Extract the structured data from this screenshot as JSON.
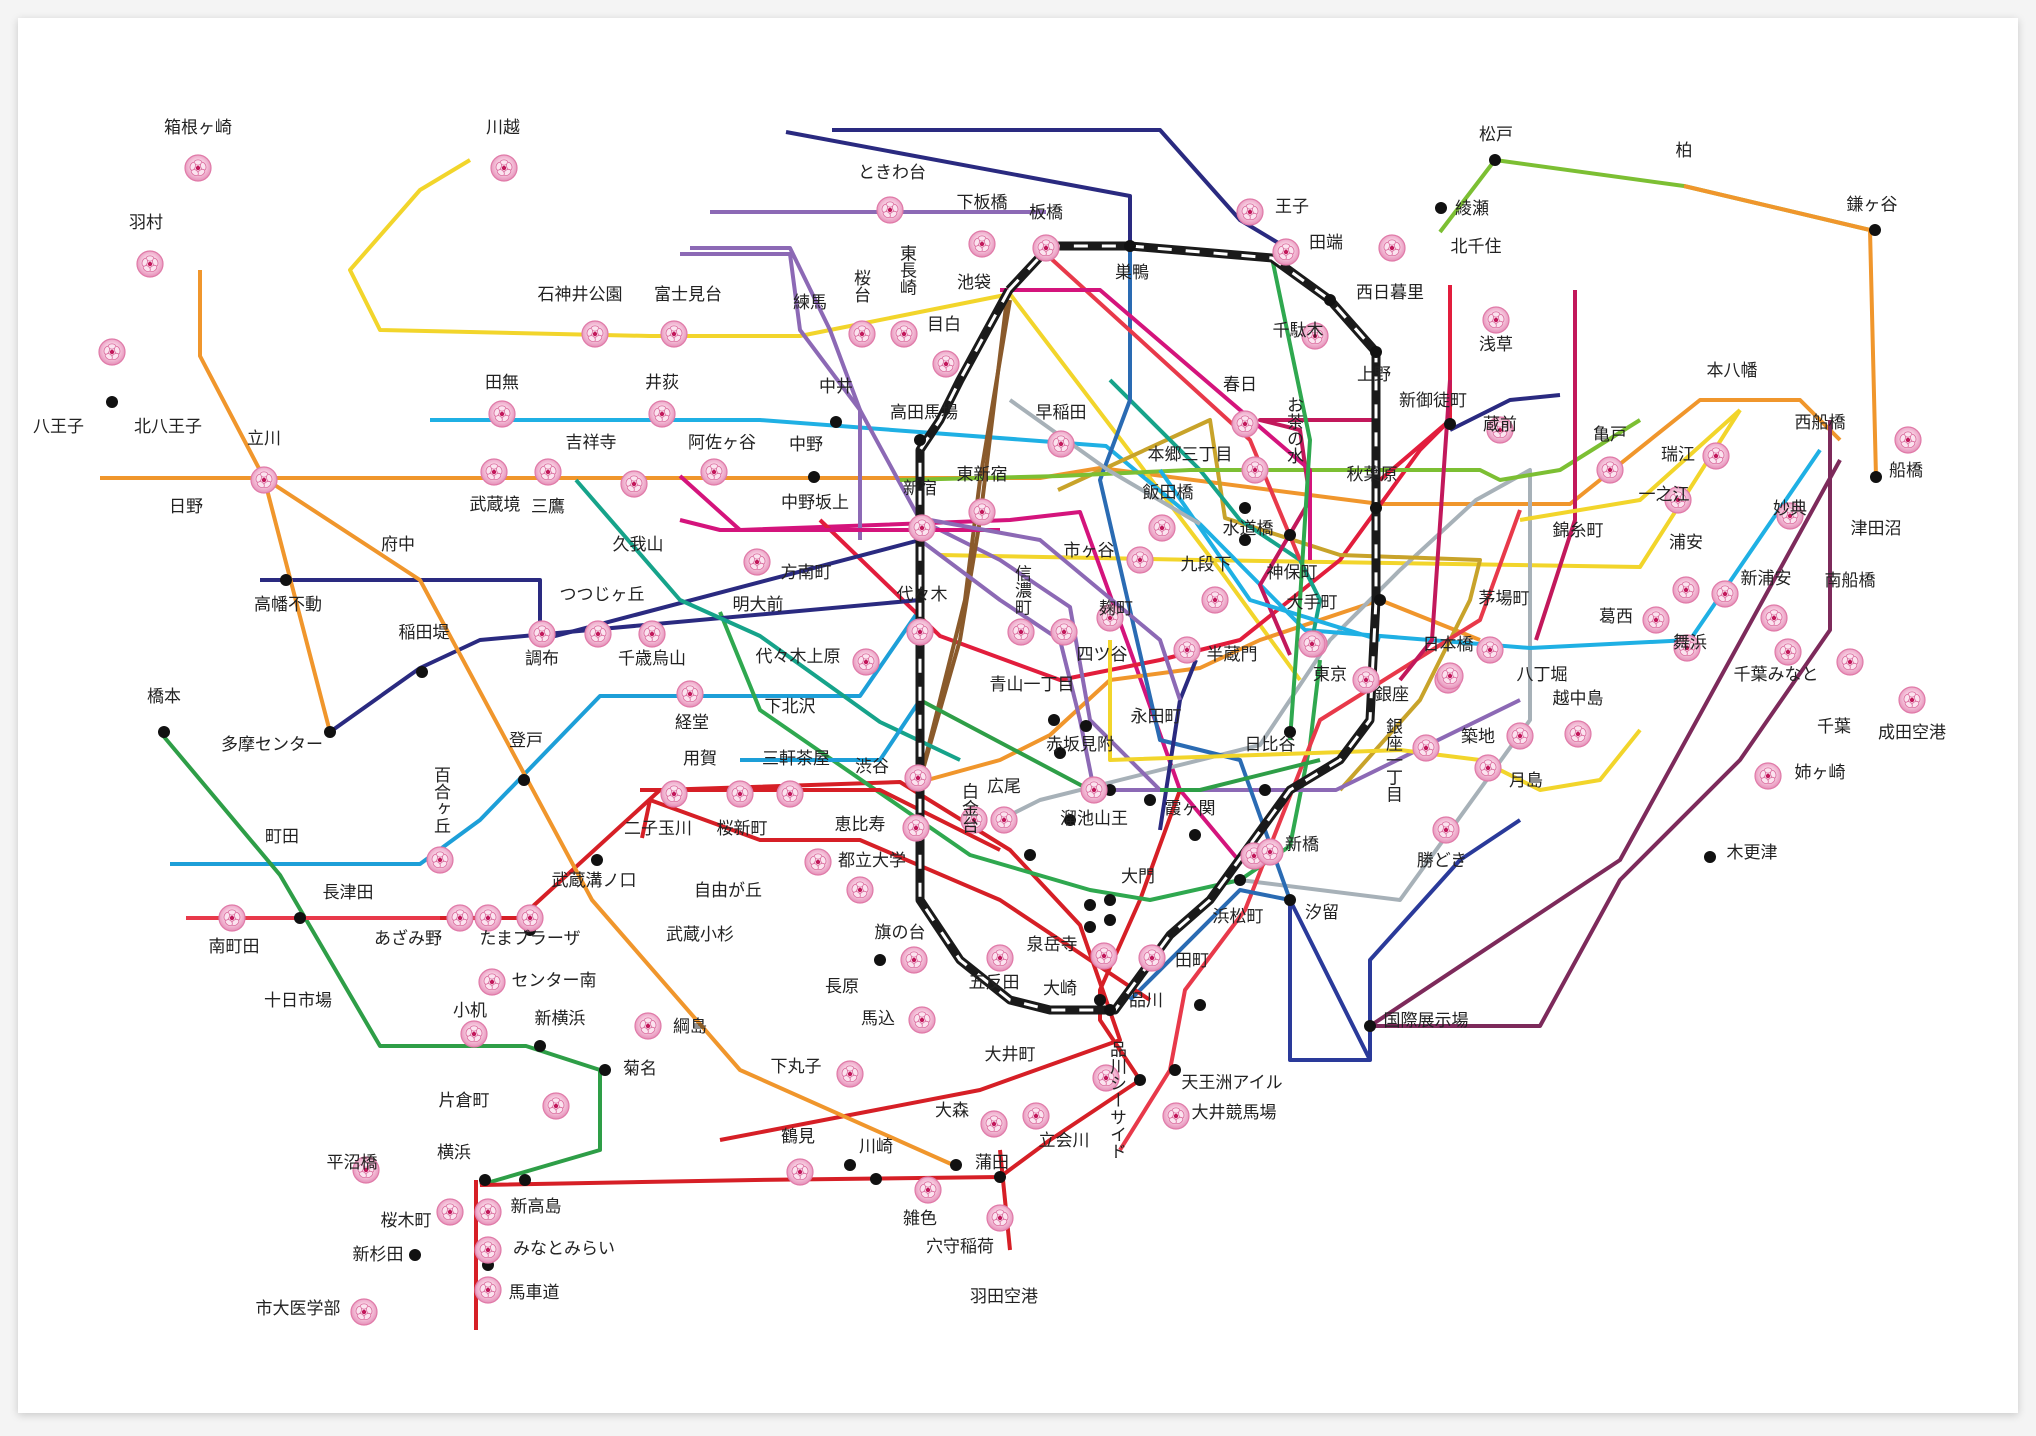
{
  "lines": [
    {
      "id": "jr-yamanote",
      "color": "#1a1a1a",
      "dash": "#ffffff"
    },
    {
      "id": "jr-chuo",
      "color": "#f0962c"
    },
    {
      "id": "jr-chuo-sobu",
      "color": "#f2d52b"
    },
    {
      "id": "seibu-ikebukuro",
      "color": "#f2d52b"
    },
    {
      "id": "keio",
      "color": "#d4147c"
    },
    {
      "id": "odakyu",
      "color": "#1d9fd8"
    },
    {
      "id": "tokyu-toyoko",
      "color": "#d61f26"
    },
    {
      "id": "tokyu-denentoshi",
      "color": "#2e9e47"
    },
    {
      "id": "keikyu",
      "color": "#d61f26"
    },
    {
      "id": "ginza",
      "color": "#f0962c"
    },
    {
      "id": "marunouchi",
      "color": "#e21d3c"
    },
    {
      "id": "hibiya",
      "color": "#a7b1b8"
    },
    {
      "id": "tozai",
      "color": "#1fb0e4"
    },
    {
      "id": "chiyoda",
      "color": "#2fa84f"
    },
    {
      "id": "yurakucho",
      "color": "#c8a32a"
    },
    {
      "id": "hanzomon",
      "color": "#8c69b5"
    },
    {
      "id": "namboku",
      "color": "#16a38a"
    },
    {
      "id": "fukutoshin",
      "color": "#8a5a2b"
    },
    {
      "id": "asakusa",
      "color": "#e8394a"
    },
    {
      "id": "mita",
      "color": "#2a6bb3"
    },
    {
      "id": "shinjuku",
      "color": "#7cbf33"
    },
    {
      "id": "oedo",
      "color": "#c2185b"
    },
    {
      "id": "tsukuba",
      "color": "#2a2a80"
    },
    {
      "id": "jr-keiyo",
      "color": "#7d2a5b"
    },
    {
      "id": "yurikamome",
      "color": "#2a3a9a"
    }
  ],
  "stations": [
    {
      "name": "八王子"
    },
    {
      "name": "北八王子"
    },
    {
      "name": "日野"
    },
    {
      "name": "羽村"
    },
    {
      "name": "箱根ヶ崎"
    },
    {
      "name": "立川"
    },
    {
      "name": "川越"
    },
    {
      "name": "石神井公園"
    },
    {
      "name": "富士見台"
    },
    {
      "name": "練馬"
    },
    {
      "name": "桜台"
    },
    {
      "name": "東長崎"
    },
    {
      "name": "ときわ台"
    },
    {
      "name": "下板橋"
    },
    {
      "name": "板橋"
    },
    {
      "name": "池袋"
    },
    {
      "name": "目白"
    },
    {
      "name": "巣鴨"
    },
    {
      "name": "王子"
    },
    {
      "name": "田端"
    },
    {
      "name": "西日暮里"
    },
    {
      "name": "綾瀬"
    },
    {
      "name": "北千住"
    },
    {
      "name": "松戸"
    },
    {
      "name": "柏"
    },
    {
      "name": "鎌ヶ谷"
    },
    {
      "name": "船橋"
    },
    {
      "name": "田無"
    },
    {
      "name": "井荻"
    },
    {
      "name": "中井"
    },
    {
      "name": "高田馬場"
    },
    {
      "name": "早稲田"
    },
    {
      "name": "千駄木"
    },
    {
      "name": "上野"
    },
    {
      "name": "浅草"
    },
    {
      "name": "新御徒町"
    },
    {
      "name": "蔵前"
    },
    {
      "name": "本八幡"
    },
    {
      "name": "西船橋"
    },
    {
      "name": "吉祥寺"
    },
    {
      "name": "阿佐ヶ谷"
    },
    {
      "name": "中野"
    },
    {
      "name": "中野坂上"
    },
    {
      "name": "新宿"
    },
    {
      "name": "東新宿"
    },
    {
      "name": "本郷三丁目"
    },
    {
      "name": "春日"
    },
    {
      "name": "お茶の水"
    },
    {
      "name": "秋葉原"
    },
    {
      "name": "亀戸"
    },
    {
      "name": "瑞江"
    },
    {
      "name": "一之江"
    },
    {
      "name": "武蔵境"
    },
    {
      "name": "三鷹"
    },
    {
      "name": "久我山"
    },
    {
      "name": "府中"
    },
    {
      "name": "方南町"
    },
    {
      "name": "飯田橋"
    },
    {
      "name": "水道橋"
    },
    {
      "name": "錦糸町"
    },
    {
      "name": "妙典"
    },
    {
      "name": "津田沼"
    },
    {
      "name": "高幡不動"
    },
    {
      "name": "稲田堤"
    },
    {
      "name": "つつじヶ丘"
    },
    {
      "name": "明大前"
    },
    {
      "name": "信濃町"
    },
    {
      "name": "市ヶ谷"
    },
    {
      "name": "九段下"
    },
    {
      "name": "神保町"
    },
    {
      "name": "浦安"
    },
    {
      "name": "南船橋"
    },
    {
      "name": "調布"
    },
    {
      "name": "千歳烏山"
    },
    {
      "name": "代々木"
    },
    {
      "name": "麹町"
    },
    {
      "name": "大手町"
    },
    {
      "name": "茅場町"
    },
    {
      "name": "葛西"
    },
    {
      "name": "新浦安"
    },
    {
      "name": "四ツ谷"
    },
    {
      "name": "半蔵門"
    },
    {
      "name": "日本橋"
    },
    {
      "name": "舞浜"
    },
    {
      "name": "千葉みなと"
    },
    {
      "name": "代々木上原"
    },
    {
      "name": "東京"
    },
    {
      "name": "八丁堀"
    },
    {
      "name": "越中島"
    },
    {
      "name": "千葉"
    },
    {
      "name": "成田空港"
    },
    {
      "name": "橋本"
    },
    {
      "name": "多摩センター"
    },
    {
      "name": "経堂"
    },
    {
      "name": "下北沢"
    },
    {
      "name": "青山一丁目"
    },
    {
      "name": "永田町"
    },
    {
      "name": "銀座"
    },
    {
      "name": "銀座一丁目"
    },
    {
      "name": "築地"
    },
    {
      "name": "姉ヶ崎"
    },
    {
      "name": "登戸"
    },
    {
      "name": "赤坂見附"
    },
    {
      "name": "日比谷"
    },
    {
      "name": "月島"
    },
    {
      "name": "百合ヶ丘"
    },
    {
      "name": "用賀"
    },
    {
      "name": "三軒茶屋"
    },
    {
      "name": "渋谷"
    },
    {
      "name": "白金台"
    },
    {
      "name": "広尾"
    },
    {
      "name": "溜池山王"
    },
    {
      "name": "霞ヶ関"
    },
    {
      "name": "木更津"
    },
    {
      "name": "町田"
    },
    {
      "name": "二子玉川"
    },
    {
      "name": "桜新町"
    },
    {
      "name": "恵比寿"
    },
    {
      "name": "新橋"
    },
    {
      "name": "勝どき"
    },
    {
      "name": "長津田"
    },
    {
      "name": "武蔵溝ノ口"
    },
    {
      "name": "都立大学"
    },
    {
      "name": "大門"
    },
    {
      "name": "汐留"
    },
    {
      "name": "南町田"
    },
    {
      "name": "あざみ野"
    },
    {
      "name": "たまプラーザ"
    },
    {
      "name": "自由が丘"
    },
    {
      "name": "浜松町"
    },
    {
      "name": "センター南"
    },
    {
      "name": "武蔵小杉"
    },
    {
      "name": "旗の台"
    },
    {
      "name": "泉岳寺"
    },
    {
      "name": "田町"
    },
    {
      "name": "十日市場"
    },
    {
      "name": "長原"
    },
    {
      "name": "五反田"
    },
    {
      "name": "大崎"
    },
    {
      "name": "品川"
    },
    {
      "name": "小机"
    },
    {
      "name": "新横浜"
    },
    {
      "name": "綱島"
    },
    {
      "name": "馬込"
    },
    {
      "name": "国際展示場"
    },
    {
      "name": "菊名"
    },
    {
      "name": "下丸子"
    },
    {
      "name": "大井町"
    },
    {
      "name": "天王洲アイル"
    },
    {
      "name": "片倉町"
    },
    {
      "name": "大森"
    },
    {
      "name": "立会川"
    },
    {
      "name": "品川シーサイド"
    },
    {
      "name": "大井競馬場"
    },
    {
      "name": "鶴見"
    },
    {
      "name": "川崎"
    },
    {
      "name": "平沼橋"
    },
    {
      "name": "横浜"
    },
    {
      "name": "蒲田"
    },
    {
      "name": "桜木町"
    },
    {
      "name": "新高島"
    },
    {
      "name": "雑色"
    },
    {
      "name": "新杉田"
    },
    {
      "name": "みなとみらい"
    },
    {
      "name": "穴守稲荷"
    },
    {
      "name": "羽田空港"
    },
    {
      "name": "馬車道"
    },
    {
      "name": "市大医学部"
    }
  ]
}
